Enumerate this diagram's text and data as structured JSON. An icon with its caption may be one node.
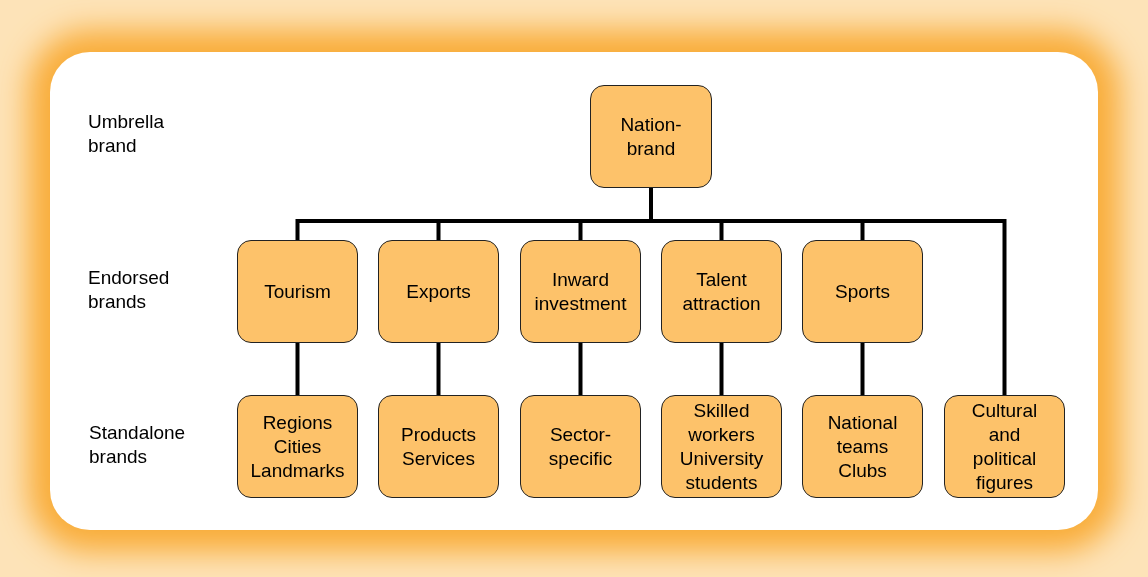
{
  "diagram": {
    "nodes": [
      {
        "text": [
          "Nation-brand"
        ]
      },
      {
        "text": [
          "Tourism"
        ]
      },
      {
        "text": [
          "Exports"
        ]
      },
      {
        "text": [
          "Inward investment"
        ]
      },
      {
        "text": [
          "Talent attraction"
        ]
      },
      {
        "text": [
          "Sports"
        ]
      },
      {
        "text": [
          "Regions",
          "Cities",
          "Landmarks"
        ]
      },
      {
        "text": [
          "Products",
          "Services"
        ]
      },
      {
        "text": [
          "Sector-specific"
        ]
      },
      {
        "text": [
          "Skilled workers",
          "University students"
        ]
      },
      {
        "text": [
          "National teams",
          "Clubs"
        ]
      },
      {
        "text": [
          "Cultural and political figures"
        ]
      }
    ],
    "edges": [
      {
        "from": 0,
        "to": 1,
        "arrow": "none"
      },
      {
        "from": 0,
        "to": 2,
        "arrow": "none"
      },
      {
        "from": 0,
        "to": 3,
        "arrow": "none"
      },
      {
        "from": 0,
        "to": 4,
        "arrow": "none"
      },
      {
        "from": 0,
        "to": 5,
        "arrow": "none"
      },
      {
        "from": 0,
        "to": 11,
        "arrow": "none"
      },
      {
        "from": 1,
        "to": 6,
        "arrow": "none"
      },
      {
        "from": 2,
        "to": 7,
        "arrow": "none"
      },
      {
        "from": 3,
        "to": 8,
        "arrow": "none"
      },
      {
        "from": 4,
        "to": 9,
        "arrow": "none"
      },
      {
        "from": 5,
        "to": 10,
        "arrow": "none"
      }
    ],
    "labels": [
      "Umbrella brand",
      "Endorsed brands",
      "Standalone brands"
    ]
  }
}
